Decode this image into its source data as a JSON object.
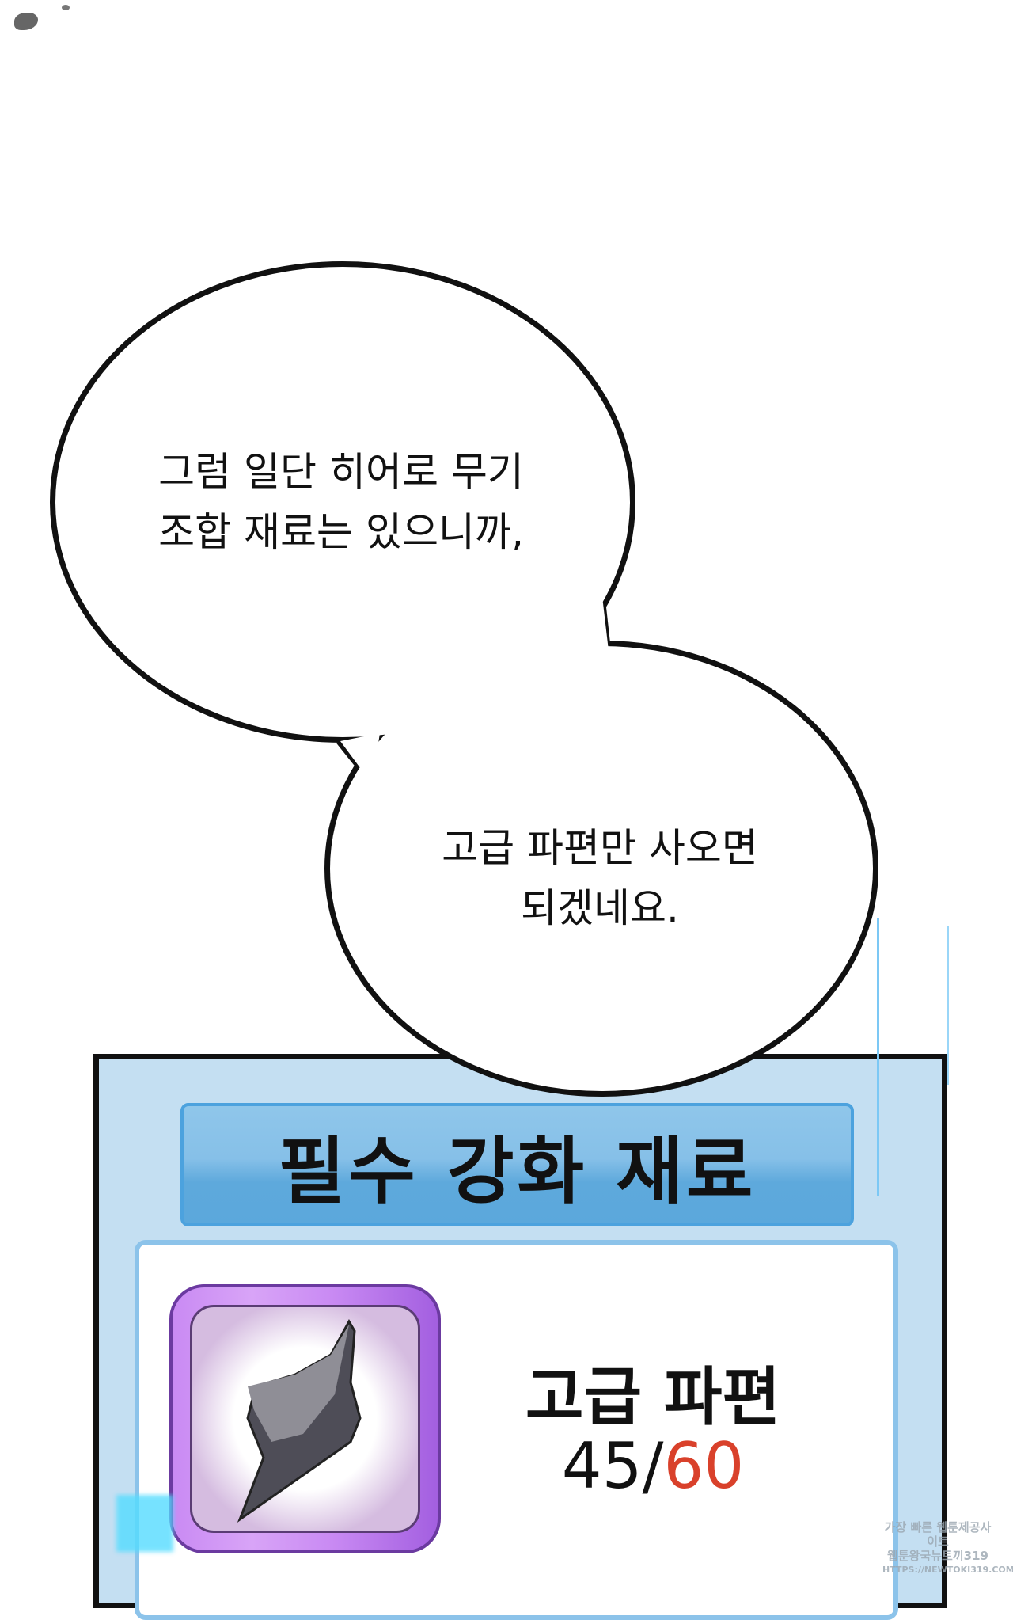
{
  "bubbles": {
    "first": [
      "그럼 일단 히어로 무기",
      "조합 재료는 있으니까,"
    ],
    "second": [
      "고급 파편만 사오면",
      "되겠네요."
    ]
  },
  "panel": {
    "title": "필수 강화 재료",
    "item": {
      "icon": "stone-fragment-icon",
      "name": "고급 파편",
      "owned": "45",
      "separator": "/",
      "required": "60",
      "progress_fraction": 0.75
    }
  },
  "watermark": [
    "가장 빠른 웹툰제공사이트",
    "웹툰왕국뉴토끼319",
    "HTTPS://NEWTOKI319.COM"
  ],
  "colors": {
    "panel_bg": "#c4dff2",
    "header": "#5ea9dc",
    "required_red": "#d9412b",
    "icon_frame": "#c98af3"
  }
}
